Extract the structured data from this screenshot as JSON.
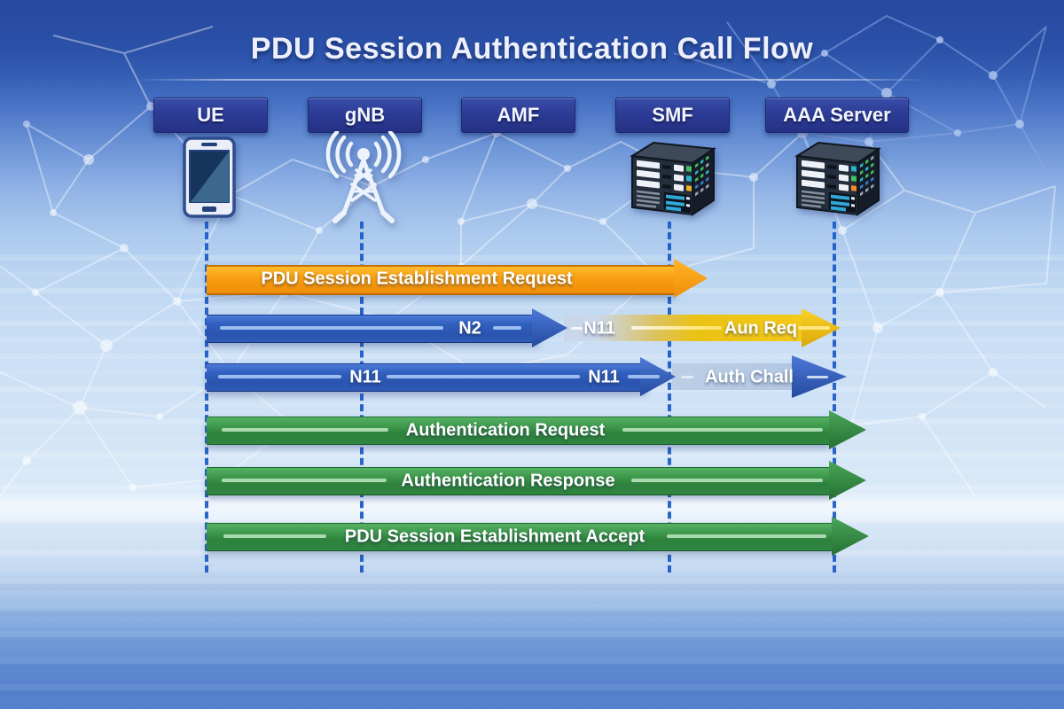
{
  "title": "PDU Session Authentication Call Flow",
  "entities": [
    {
      "label": "UE",
      "icon": "smartphone"
    },
    {
      "label": "gNB",
      "icon": "antenna-tower"
    },
    {
      "label": "AMF",
      "icon": ""
    },
    {
      "label": "SMF",
      "icon": "server"
    },
    {
      "label": "AAA Server",
      "icon": "server"
    }
  ],
  "flows": [
    {
      "segments": [
        {
          "label": "PDU Session Establishment Request",
          "color": "#f89d10"
        }
      ]
    },
    {
      "segments": [
        {
          "label": "N2",
          "color": "#2f5cb8"
        },
        {
          "label": "N11",
          "color": "#ccd8ea"
        },
        {
          "label": "Aun Req",
          "color": "#f2c317"
        }
      ]
    },
    {
      "segments": [
        {
          "label": "N11",
          "color": "#2f5cb8"
        },
        {
          "label": "N11",
          "color": "#2f5cb8"
        },
        {
          "label": "Auth Chall",
          "color": "#b8c9e2"
        }
      ]
    },
    {
      "segments": [
        {
          "label": "Authentication Request",
          "color": "#2f8541"
        }
      ]
    },
    {
      "segments": [
        {
          "label": "Authentication Response",
          "color": "#2f8541"
        }
      ]
    },
    {
      "segments": [
        {
          "label": "PDU Session Establishment Accept",
          "color": "#2f8541"
        }
      ]
    }
  ],
  "colors": {
    "background_top": "#2b51a8",
    "background_middle": "#d0e2f6",
    "background_bottom": "#5280ca",
    "lifeline": "#1a5ac6",
    "entity_box": "#2c3c96"
  }
}
